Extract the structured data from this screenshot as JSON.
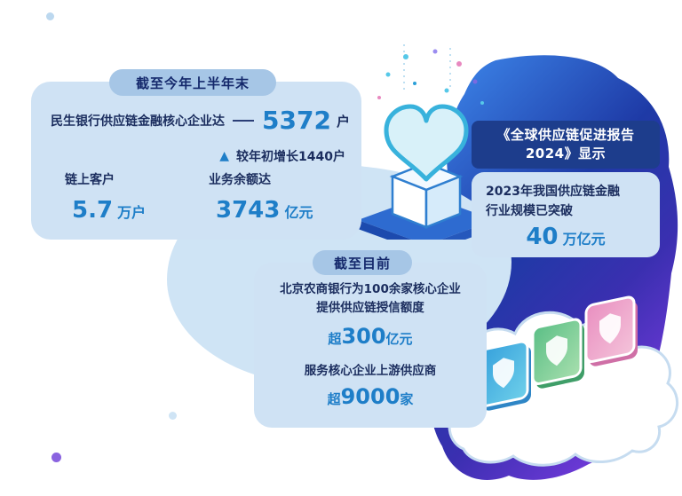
{
  "colors": {
    "panel_bg": "#cfe2f4",
    "badge_bg": "#a6c6e6",
    "badge_text": "#14286b",
    "dark_badge_bg": "#1d3d8c",
    "dark_badge_text": "#ffffff",
    "body_text": "#1b2d5e",
    "number_blue": "#1e7ec8",
    "blob_blue": "#2553c0",
    "blob_purple": "#7a3be0",
    "light_blob": "#cfe4f5"
  },
  "icons": {
    "growth_triangle": "▲"
  },
  "panel_first_half": {
    "badge": "截至今年上半年末",
    "metric1_label": "民生银行供应链金融核心企业达",
    "metric1_value": "5372",
    "metric1_unit": "户",
    "growth_note": "较年初增长1440户",
    "metric2_label": "链上客户",
    "metric2_value": "5.7",
    "metric2_unit": "万户",
    "metric3_label": "业务余额达",
    "metric3_value": "3743",
    "metric3_unit": "亿元"
  },
  "panel_report": {
    "badge_line1": "《全球供应链促进报告",
    "badge_line2": "2024》显示",
    "body_line1": "2023年我国供应链金融",
    "body_line2": "行业规模已突破",
    "value": "40",
    "unit": "万亿元"
  },
  "panel_current": {
    "badge": "截至目前",
    "line1": "北京农商银行为100余家核心企业",
    "line2": "提供供应链授信额度",
    "metric1_prefix": "超",
    "metric1_value": "300",
    "metric1_unit": "亿元",
    "line3": "服务核心企业上游供应商",
    "metric2_prefix": "超",
    "metric2_value": "9000",
    "metric2_unit": "家"
  }
}
